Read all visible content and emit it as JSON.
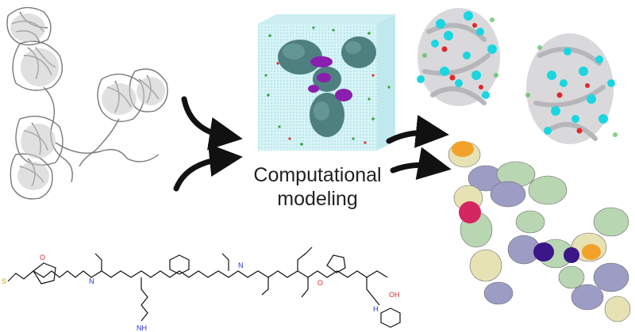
{
  "caption": {
    "line1": "Computational",
    "line2": "modeling"
  },
  "molecule": {
    "atom_labels": {
      "s": "S",
      "o": "O",
      "n": "N",
      "nh": "NH",
      "h": "H",
      "oh": "OH"
    }
  },
  "colors": {
    "antibody_gray": "#8f8f8f",
    "water_box": "#aee6ea",
    "protein_teal": "#4f8f8f",
    "payload_purple": "#8a1fae",
    "surface_cyan": "#19d6e0",
    "oxygen_red": "#e0282a",
    "adc_lavender": "#9c9cc4",
    "adc_cream": "#e6e2b4",
    "adc_green": "#b9d6b2",
    "adc_orange": "#f2a22a",
    "adc_magenta": "#d42660",
    "adc_violet": "#3b1686",
    "bond_black": "#111111",
    "nitrogen_blue": "#1b2bd8",
    "sulfur_yellow": "#c9a400"
  },
  "icons": [
    "arrow-icon"
  ]
}
